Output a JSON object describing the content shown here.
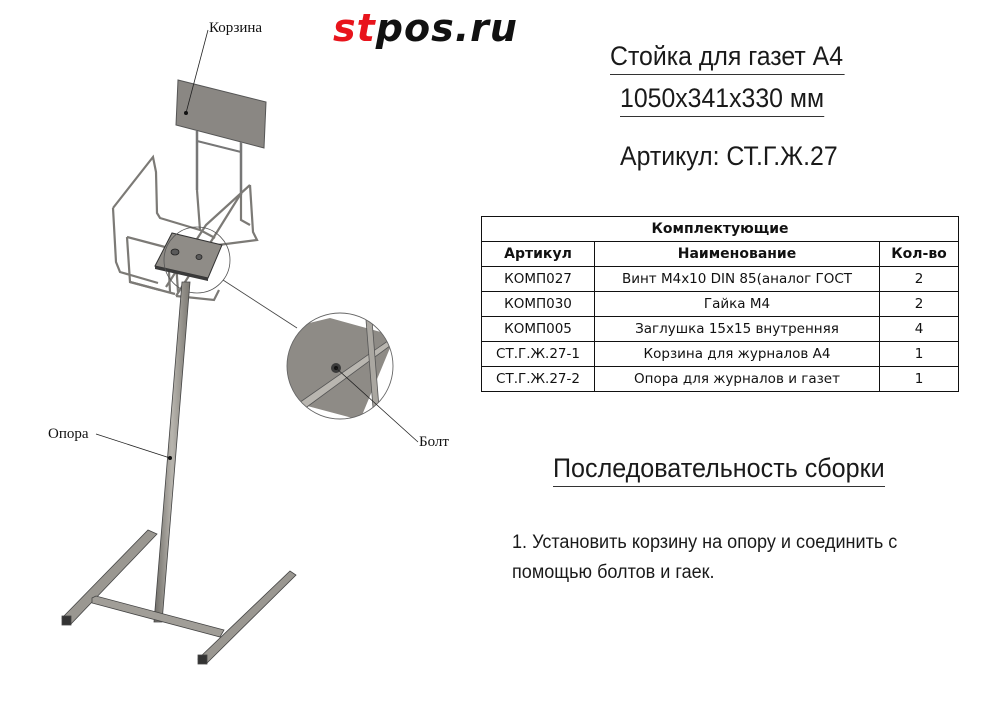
{
  "logo": {
    "part1": "st",
    "part2": "pos.ru",
    "colors": {
      "accent": "#e8141c",
      "dark": "#111111"
    }
  },
  "header": {
    "product_name": "Стойка для газет А4",
    "dimensions": "1050x341x330 мм",
    "article": "Артикул: СТ.Г.Ж.27"
  },
  "drawing": {
    "callouts": {
      "basket": "Корзина",
      "support": "Опора",
      "bolt": "Болт"
    }
  },
  "components_table": {
    "title": "Комплектующие",
    "columns": [
      "Артикул",
      "Наименование",
      "Кол-во"
    ],
    "rows": [
      {
        "article": "КОМП027",
        "name": "Винт М4х10 DIN 85(аналог ГОСТ",
        "qty": "2"
      },
      {
        "article": "КОМП030",
        "name": "Гайка М4",
        "qty": "2"
      },
      {
        "article": "КОМП005",
        "name": "Заглушка 15х15 внутренняя",
        "qty": "4"
      },
      {
        "article": "СТ.Г.Ж.27-1",
        "name": "Корзина для журналов А4",
        "qty": "1"
      },
      {
        "article": "СТ.Г.Ж.27-2",
        "name": "Опора для журналов и газет",
        "qty": "1"
      }
    ]
  },
  "assembly": {
    "title": "Последовательность сборки",
    "steps": [
      {
        "line1": "1. Установить корзину на опору и соединить с",
        "line2": "помощью болтов и гаек."
      }
    ]
  }
}
